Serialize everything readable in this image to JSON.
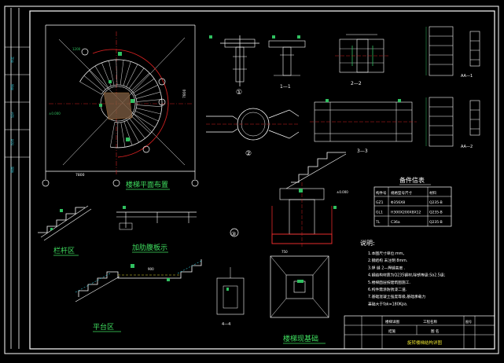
{
  "drawing": {
    "background": "#000000",
    "colors": {
      "frame": "#ffffff",
      "line": "#e8e8e8",
      "axis": "#d02020",
      "dim": "#30c060",
      "title": "#40e060",
      "accent": "#e8e030",
      "cyan": "#30c0d0",
      "stair": "#c0c0c0",
      "highlight": "#ff6020"
    },
    "titles": {
      "plan": "楼梯平面布置",
      "section_rail": "栏杆区",
      "section_stiffener": "加肋腹板示",
      "section_platform": "平台区",
      "section_foundation": "楼梯现基础",
      "parts_table": "备件信表",
      "notes": "说明:"
    },
    "section_labels": {
      "s11": "1—1",
      "s22": "2—2",
      "s33": "3—3",
      "s44": "4—4",
      "a1": "AA—1",
      "a2": "AA—2",
      "c1": "①",
      "c2": "②",
      "c3": "③"
    },
    "dims": {
      "plan_w": "7800",
      "plan_h": "7800",
      "d1": "1200",
      "d2": "900",
      "d3": "750",
      "d4": "±0.000"
    },
    "table": {
      "headers": [
        "构件号",
        "规格型号尺寸",
        "材料"
      ],
      "rows": [
        [
          "GZ1",
          "Φ356X8",
          "Q235-B"
        ],
        [
          "GL1",
          "H300X200X8X12",
          "Q235-B"
        ],
        [
          "TL",
          "C36a",
          "Q235-B"
        ]
      ]
    },
    "notes": [
      "1.本图尺寸单位:mm。",
      "2.钢结构 未注明 8mm.",
      "3.焊 缝 2—焊缝高度 .",
      "4.钢结构材质为Q235钢材,除锈等级:Sa2.5级;",
      "5.楼梯面层按建筑图施工.",
      "6.构件需涂防锈漆二道.",
      "7.基础混凝土强度等级,基础承载力",
      "  基础大于fak=180Kpa."
    ],
    "title_block": {
      "label_a": "工程名称",
      "label_b": "图 名",
      "label_c": "图号",
      "value_a": "结施",
      "value_b": "楼梯详图",
      "drawing_name": "旋转楼梯结构详图"
    },
    "left_strip": [
      "审定",
      "审核",
      "设计",
      "校对",
      "制图"
    ]
  }
}
